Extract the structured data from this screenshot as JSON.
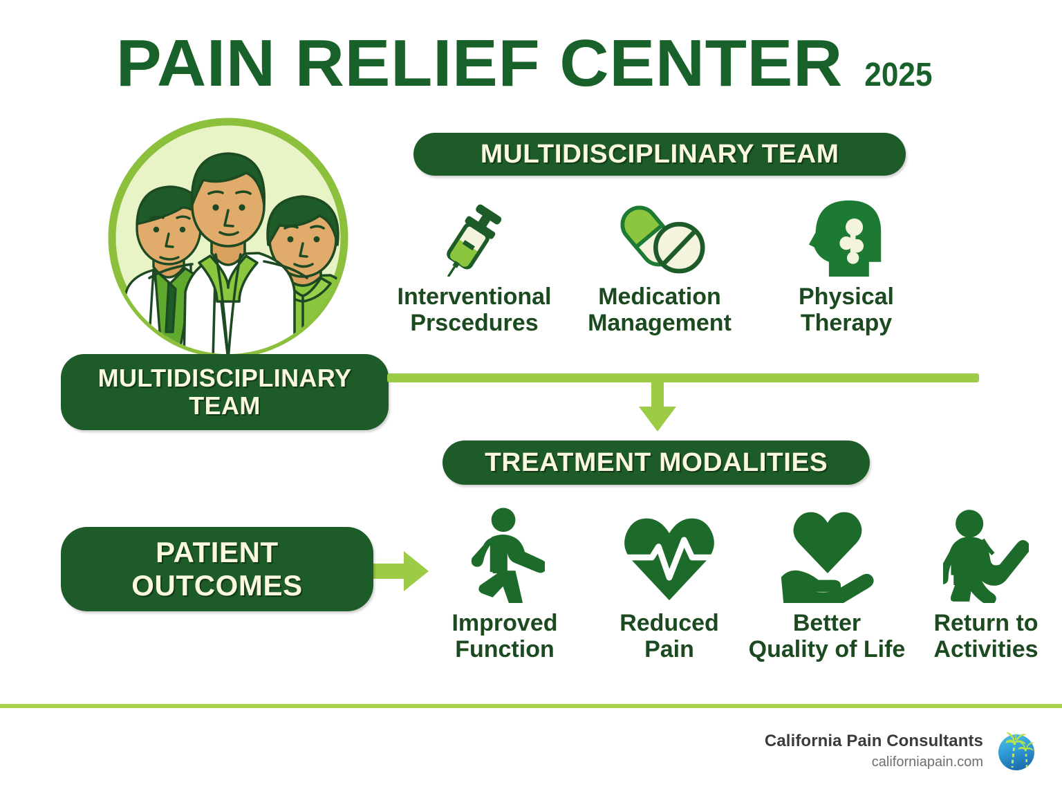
{
  "header": {
    "title": "PAIN RELIEF CENTER",
    "year": "2025"
  },
  "colors": {
    "dark_green": "#1d5c28",
    "title_green": "#19612a",
    "light_green": "#9ccb46",
    "accent_green": "#a8d24b",
    "cream_text": "#fbf8e0",
    "caption_green": "#1b4a22",
    "footer_name": "#3b3b3b",
    "footer_url": "#6e6e6e",
    "logo_blue": "#2e9ad4"
  },
  "team_panel": {
    "illustration_name": "medical-team-illustration",
    "heading_badge": "MULTIDISCIPLINARY  TEAM",
    "left_badge": "MULTIDISCIPLINARY\nTEAM",
    "items": [
      {
        "icon": "syringe-icon",
        "label": "Interventional\nPrscedures"
      },
      {
        "icon": "pills-icon",
        "label": "Medication\nManagement"
      },
      {
        "icon": "head-brain-icon",
        "label": "Physical\nTherapy"
      }
    ]
  },
  "modalities_panel": {
    "heading_badge": "TREATMENT MODALITIES"
  },
  "outcomes_panel": {
    "left_badge": "PATIENT\nOUTCOMES",
    "items": [
      {
        "icon": "walking-person-icon",
        "label": "Improved\nFunction"
      },
      {
        "icon": "heart-pulse-icon",
        "label": "Reduced\nPain"
      },
      {
        "icon": "hand-heart-icon",
        "label": "Better\nQuality of Life"
      },
      {
        "icon": "active-person-icon",
        "label": "Return to\nActivities"
      }
    ]
  },
  "footer": {
    "organization": "California Pain Consultants",
    "website": "californiapain.com",
    "logo": "globe-palm-trees-logo"
  }
}
